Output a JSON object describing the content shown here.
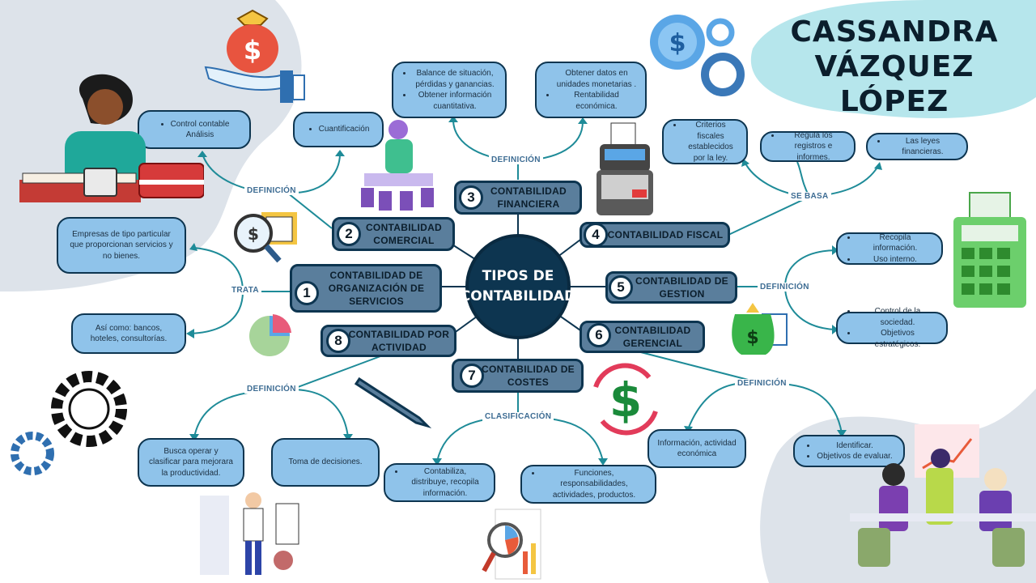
{
  "author": {
    "first_line": "CASSANDRA",
    "second_line": "VÁZQUEZ LÓPEZ"
  },
  "center": {
    "line1": "TIPOS DE",
    "line2": "CONTABILIDAD"
  },
  "nodes": [
    {
      "num": "1",
      "title_l1": "CONTABILIDAD DE",
      "title_l2": "ORGANIZACIÓN DE",
      "title_l3": "SERVICIOS"
    },
    {
      "num": "2",
      "title_l1": "CONTABILIDAD",
      "title_l2": "COMERCIAL"
    },
    {
      "num": "3",
      "title_l1": "CONTABILIDAD",
      "title_l2": "FINANCIERA"
    },
    {
      "num": "4",
      "title_l1": "CONTABILIDAD FISCAL"
    },
    {
      "num": "5",
      "title_l1": "CONTABILIDAD DE",
      "title_l2": "GESTION"
    },
    {
      "num": "6",
      "title_l1": "CONTABILIDAD",
      "title_l2": "GERENCIAL"
    },
    {
      "num": "7",
      "title_l1": "CONTABILIDAD DE",
      "title_l2": "COSTES"
    },
    {
      "num": "8",
      "title_l1": "CONTABILIDAD POR",
      "title_l2": "ACTIVIDAD"
    }
  ],
  "labels": {
    "n1": "TRATA",
    "n2": "DEFINICIÓN",
    "n3": "DEFINICIÓN",
    "n4": "SE BASA",
    "n5": "DEFINICIÓN",
    "n6": "DEFINICIÓN",
    "n7": "CLASIFICACIÓN",
    "n8": "DEFINICIÓN"
  },
  "leaves": {
    "n1_a": "Empresas de tipo particular que proporcionan servicios y no bienes.",
    "n1_b": "Así como:  bancos, hoteles, consultorías.",
    "n2_a_1": "Control contable",
    "n2_a_2": "Análisis",
    "n2_b_1": "Cuantificación",
    "n3_a_1": "Balance de situación, pérdidas y ganancias.",
    "n3_a_2": "Obtener información cuantitativa.",
    "n3_b_1": "Obtener datos en unidades monetarias .",
    "n3_b_2": "Rentabilidad económica.",
    "n4_a_1": "Criterios fiscales establecidos por la ley.",
    "n4_b_1": "Regula los registros e informes.",
    "n4_c_1": "Las leyes financieras.",
    "n5_a_1": "Recopila información.",
    "n5_a_2": "Uso interno.",
    "n5_b_1": "Control de la sociedad.",
    "n5_b_2": "Objetivos estratégicos.",
    "n6_a": "Información, actividad económica",
    "n6_b_1": "Identificar.",
    "n6_b_2": "Objetivos de evaluar.",
    "n7_a_1": "Contabiliza, distribuye, recopila información.",
    "n7_b_1": "Funciones, responsabilidades, actividades, productos.",
    "n8_a": "Busca operar y clasificar para mejorara la productividad.",
    "n8_b": "Toma de decisiones."
  },
  "colors": {
    "navy": "#0d3550",
    "node_fill": "#5a7e9c",
    "leaf_fill": "#8fc3ea",
    "teal_lines": "#1e8b98",
    "label_text": "#3d6c93",
    "blob_gray": "#dde3ea",
    "blob_teal": "#b6e6ec"
  },
  "icons": [
    "money-bag-hand-icon",
    "gears-dollar-icon",
    "woman-calculator-icon",
    "magnifier-dollar-icon",
    "pie-chart-icon",
    "person-money-icon",
    "cash-register-icon",
    "calculator-icon",
    "money-stack-icon",
    "dollar-cycle-icon",
    "pencil-icon",
    "gears-icon",
    "analytics-magnifier-icon",
    "team-meeting-icon",
    "productivity-person-icon"
  ]
}
